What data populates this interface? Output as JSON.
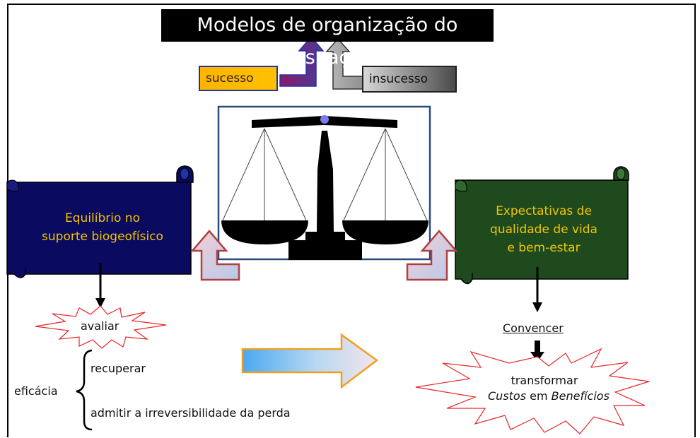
{
  "title": "Modelos de organização do espaço",
  "success_label": "sucesso",
  "failure_label": "insucesso",
  "left_scroll": {
    "line1": "Equilíbrio no",
    "line2": "suporte biogeofísico",
    "color": "#0a0a60"
  },
  "right_scroll": {
    "line1": "Expectativas de",
    "line2": "qualidade de  vida",
    "line3": "e bem-estar",
    "color": "#1e4a1e"
  },
  "evaluate_label": "avaliar",
  "efficacy_label": "eficácia",
  "recover_label": "recuperar",
  "admit_label": "admitir a irreversibilidade da perda",
  "convince_label": "Convencer",
  "transform": {
    "line1": "transformar",
    "custos": "Custos",
    "em": " em ",
    "beneficios": "Benefícios"
  },
  "colors": {
    "title_bg": "#000000",
    "scroll_text": "#f2c400",
    "burst_stroke": "#e8262a",
    "up_arrow_stroke": "#b04040",
    "big_arrow_stroke": "#f0a020"
  }
}
